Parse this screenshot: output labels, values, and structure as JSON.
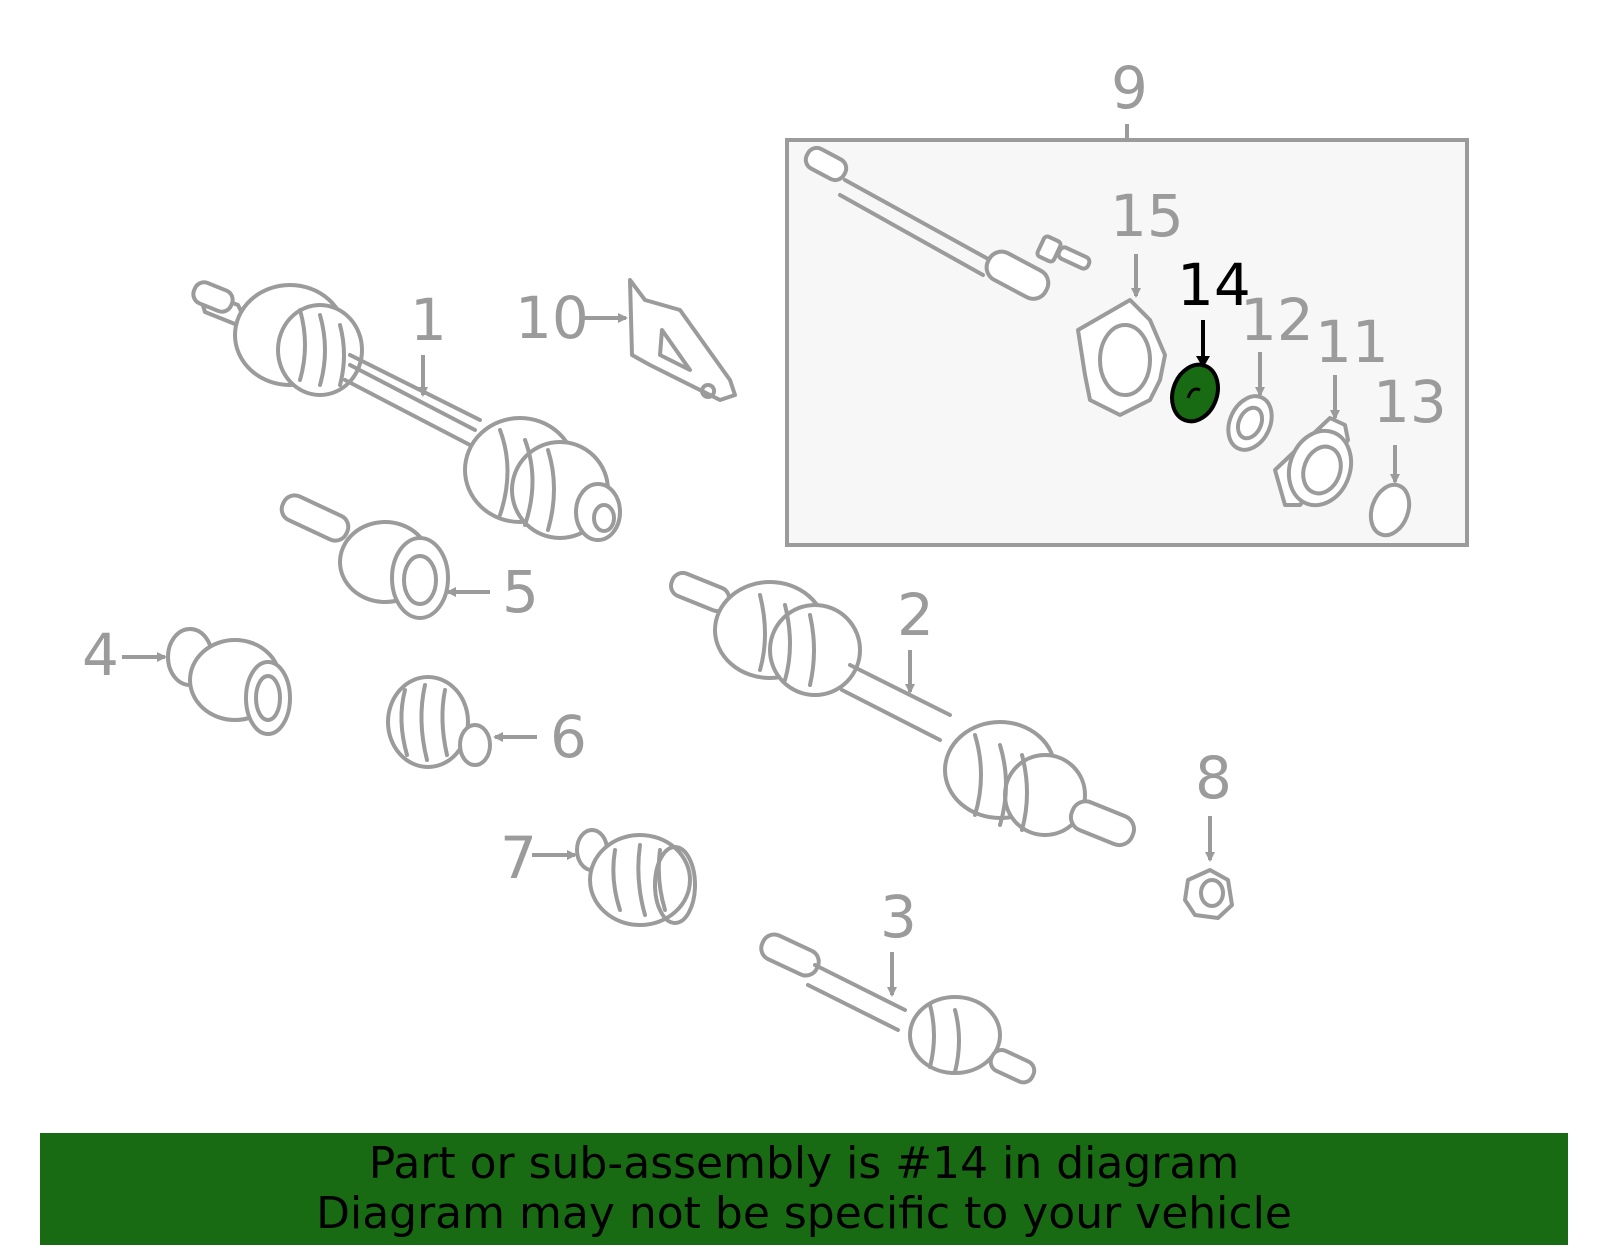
{
  "labels": {
    "p1": "1",
    "p2": "2",
    "p3": "3",
    "p4": "4",
    "p5": "5",
    "p6": "6",
    "p7": "7",
    "p8": "8",
    "p9": "9",
    "p10": "10",
    "p11": "11",
    "p12": "12",
    "p13": "13",
    "p14": "14",
    "p15": "15"
  },
  "highlighted_part": "14",
  "colors": {
    "highlight": "#186b12",
    "part_stroke": "#9b9b9b",
    "subassembly_box": "#f7f7f7"
  },
  "banner": {
    "line1": "Part or sub-assembly is #14 in diagram",
    "line2": "Diagram may not be specific to your vehicle"
  }
}
